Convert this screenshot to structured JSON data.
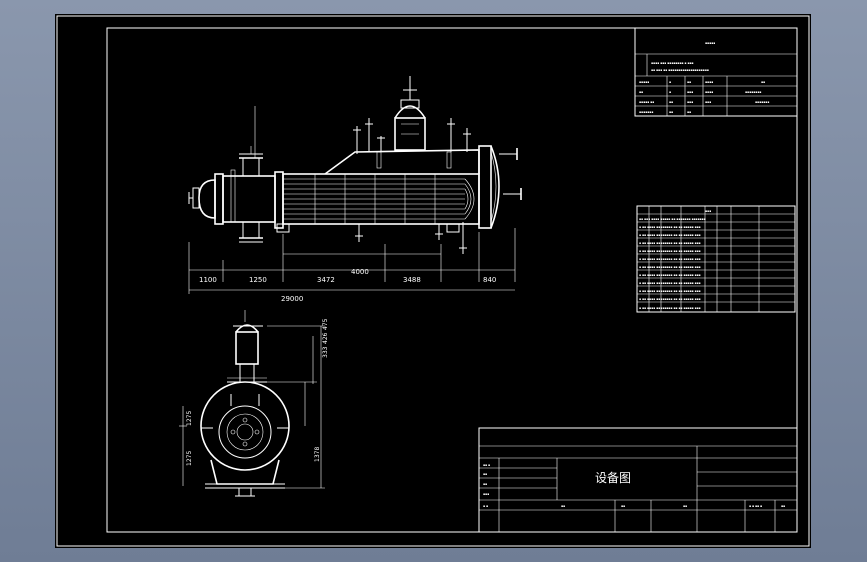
{
  "title_block": {
    "drawing_title": "设备图"
  },
  "dimensions": {
    "elevation": [
      "1100",
      "1250",
      "3472",
      "4000",
      "3488",
      "840",
      "29000"
    ],
    "section_vertical": [
      "333",
      "426",
      "475",
      "1275",
      "1275",
      "1378"
    ]
  },
  "colors": {
    "background": "#7b889f",
    "sheet": "#000000",
    "line": "#ffffff"
  }
}
